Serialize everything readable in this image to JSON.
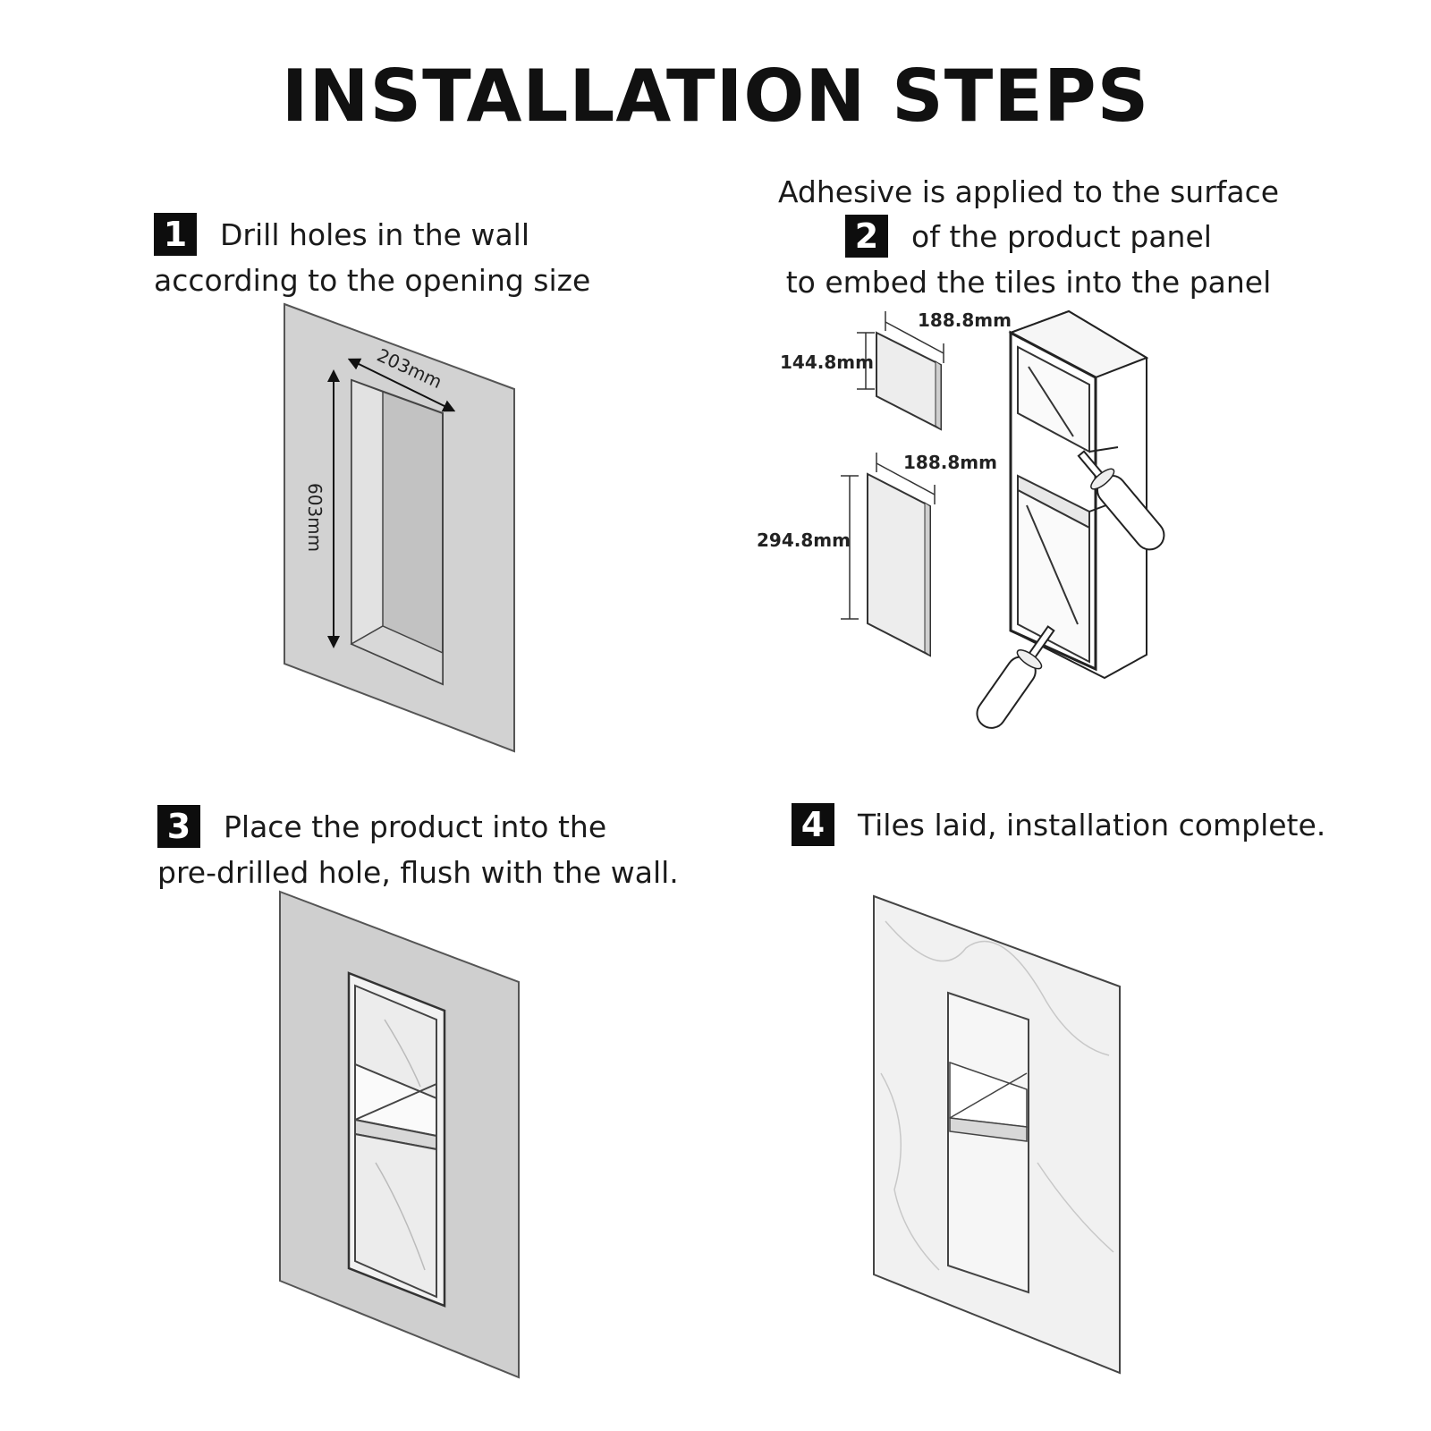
{
  "title": "INSTALLATION STEPS",
  "steps": [
    {
      "number": "1",
      "lines": [
        "Drill holes in the wall",
        "according to the opening size"
      ]
    },
    {
      "number": "2",
      "lines": [
        "Adhesive is applied to the surface",
        "of the product panel",
        "to embed the tiles into the panel"
      ]
    },
    {
      "number": "3",
      "lines": [
        "Place the product into the",
        "pre-drilled hole, flush with the wall."
      ]
    },
    {
      "number": "4",
      "lines": [
        "Tiles laid, installation complete."
      ]
    }
  ],
  "dimensions": {
    "opening_width": "203mm",
    "opening_height": "603mm",
    "tile_small_width": "188.8mm",
    "tile_small_height": "144.8mm",
    "tile_large_width": "188.8mm",
    "tile_large_height": "294.8mm"
  },
  "colors": {
    "ink": "#111111",
    "badge": "#0d0d0d",
    "wall": "#d2d2d2",
    "recess": "#bdbdbd",
    "tile": "#f1f1f1"
  }
}
